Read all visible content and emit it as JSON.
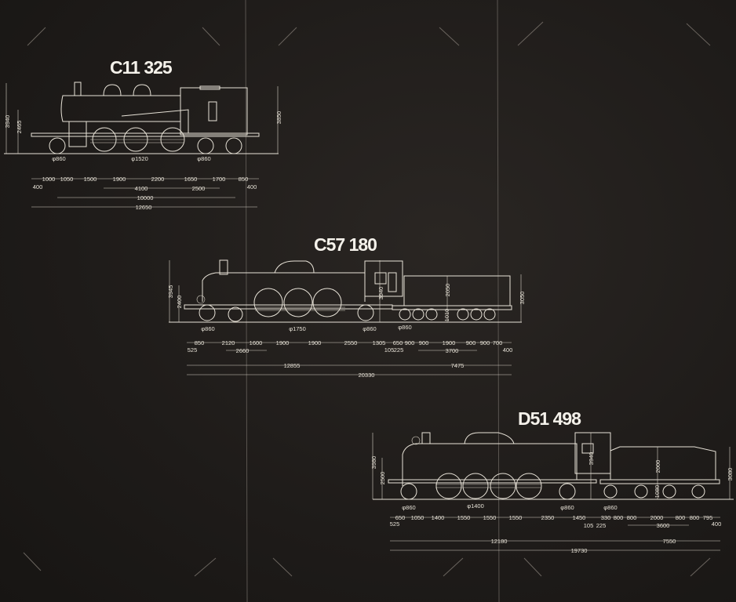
{
  "locomotives": [
    {
      "title": "C11 325",
      "heights": [
        "3940",
        "2465",
        "3850"
      ],
      "wheels": [
        "φ860",
        "φ1520",
        "φ860"
      ],
      "dims": [
        "1000",
        "1050",
        "1500",
        "1900",
        "2200",
        "1650",
        "1700",
        "850",
        "400",
        "400",
        "4100",
        "2500",
        "10000",
        "12650"
      ]
    },
    {
      "title": "C57 180",
      "heights": [
        "3945",
        "2400",
        "3940",
        "2050",
        "1010",
        "3050"
      ],
      "wheels": [
        "φ860",
        "φ1750",
        "φ860",
        "φ860"
      ],
      "dims": [
        "850",
        "2120",
        "1600",
        "1900",
        "1900",
        "2550",
        "1305",
        "650",
        "900",
        "900",
        "1900",
        "900",
        "900",
        "700",
        "525",
        "2660",
        "105",
        "225",
        "3700",
        "400",
        "12855",
        "7475",
        "20330"
      ]
    },
    {
      "title": "D51 498",
      "heights": [
        "3980",
        "2500",
        "3940",
        "2000",
        "1080",
        "3080"
      ],
      "wheels": [
        "φ860",
        "φ1400",
        "φ860",
        "φ860"
      ],
      "dims": [
        "650",
        "1050",
        "1400",
        "1550",
        "1550",
        "1550",
        "2350",
        "1450",
        "330",
        "800",
        "800",
        "2000",
        "800",
        "800",
        "795",
        "525",
        "105",
        "225",
        "3600",
        "400",
        "12180",
        "7550",
        "19730"
      ]
    }
  ]
}
